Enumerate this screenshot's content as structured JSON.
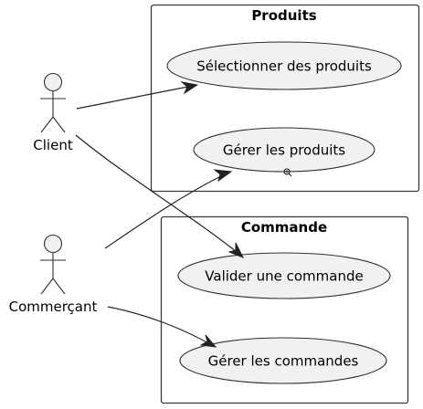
{
  "packages": [
    {
      "id": "produits",
      "title": "Produits"
    },
    {
      "id": "commande",
      "title": "Commande"
    }
  ],
  "actors": [
    {
      "id": "client",
      "name": "Client"
    },
    {
      "id": "commercant",
      "name": "Commerçant"
    }
  ],
  "usecases": [
    {
      "id": "select",
      "label": "Sélectionner des produits"
    },
    {
      "id": "gerer-produits",
      "label": "Gérer les produits"
    },
    {
      "id": "valider",
      "label": "Valider une commande"
    },
    {
      "id": "gerer-commandes",
      "label": "Gérer les commandes"
    }
  ],
  "associations": [
    {
      "from": "client",
      "to": "select"
    },
    {
      "from": "client",
      "to": "valider"
    },
    {
      "from": "commercant",
      "to": "gerer-produits"
    },
    {
      "from": "commercant",
      "to": "gerer-commandes"
    }
  ],
  "cursor_icon": "zoom-in-cursor-icon"
}
